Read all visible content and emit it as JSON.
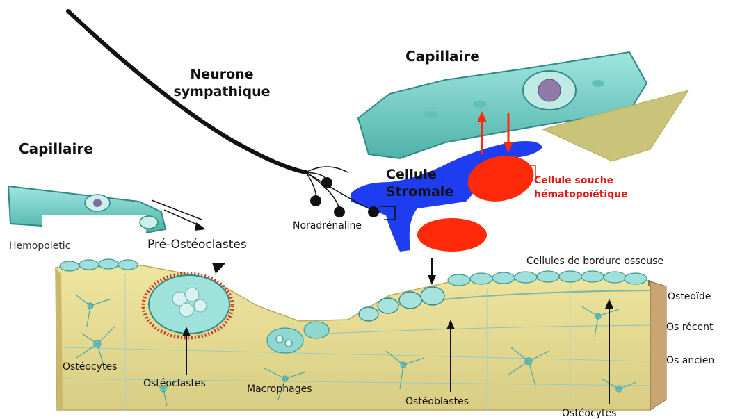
{
  "labels": {
    "capillaire_top": "Capillaire",
    "capillaire_left": "Capillaire",
    "neurone_line1": "Neurone",
    "neurone_line2": "sympathique",
    "cellule_line1": "Cellule",
    "cellule_line2": "Stromale",
    "noradrenaline": "Noradrénaline",
    "souche_line1": "Cellule souche",
    "souche_line2": "hématopoïétique",
    "hemopoietic": "Hemopoietic",
    "pre_osteoclastes": "Pré-Ostéoclastes",
    "bordure": "Cellules de bordure osseuse",
    "osteoide": "Osteoïde",
    "os_recent": "Os récent",
    "os_ancien": "Os ancien",
    "osteocytes_left": "Ostéocytes",
    "osteoclastes": "Ostéoclastes",
    "macrophages": "Macrophages",
    "osteoblastes": "Ostéoblastes",
    "osteocytes_right": "Ostéocytes"
  },
  "colors": {
    "capillary": "#7fd6d0",
    "capillary_dark": "#3a9c98",
    "stromal": "#1f3df0",
    "hsc": "#ff2a0a",
    "arrow_red": "#ff2a0a",
    "bone": "#efe39b",
    "bone_dark": "#d6c67a",
    "olive": "#c9c47a",
    "neuron": "#111111"
  }
}
